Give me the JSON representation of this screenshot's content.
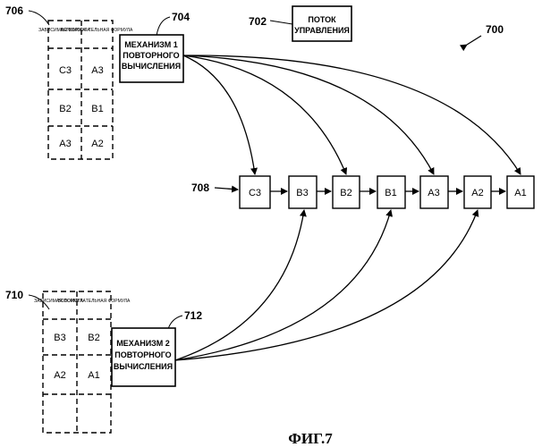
{
  "figure_number": "700",
  "caption": "ФИГ.7",
  "control_flow": {
    "ref": "702",
    "lines": [
      "ПОТОК",
      "УПРАВЛЕНИЯ"
    ]
  },
  "engine1": {
    "ref": "704",
    "lines": [
      "МЕХАНИЗМ 1",
      "ПОВТОРНОГО",
      "ВЫЧИСЛЕНИЯ"
    ]
  },
  "engine2": {
    "ref": "712",
    "lines": [
      "МЕХАНИЗМ 2",
      "ПОВТОРНОГО",
      "ВЫЧИСЛЕНИЯ"
    ]
  },
  "table1": {
    "ref": "706",
    "headers": [
      "ЗАВИСИМАЯ ФОРМУЛА",
      "ВСПОМОГА- ТЕЛЬНАЯ ФОРМУЛА"
    ],
    "rows": [
      [
        "C3",
        "A3"
      ],
      [
        "B2",
        "B1"
      ],
      [
        "A3",
        "A2"
      ]
    ]
  },
  "table2": {
    "ref": "710",
    "headers": [
      "ЗАВИСИМАЯ ФОРМУЛА",
      "ВСПОМОГА- ТЕЛЬНАЯ ФОРМУЛА"
    ],
    "rows": [
      [
        "B3",
        "B2"
      ],
      [
        "A2",
        "A1"
      ],
      [
        "",
        ""
      ]
    ]
  },
  "chain": {
    "ref": "708",
    "nodes": [
      "C3",
      "B3",
      "B2",
      "B1",
      "A3",
      "A2",
      "A1"
    ]
  }
}
